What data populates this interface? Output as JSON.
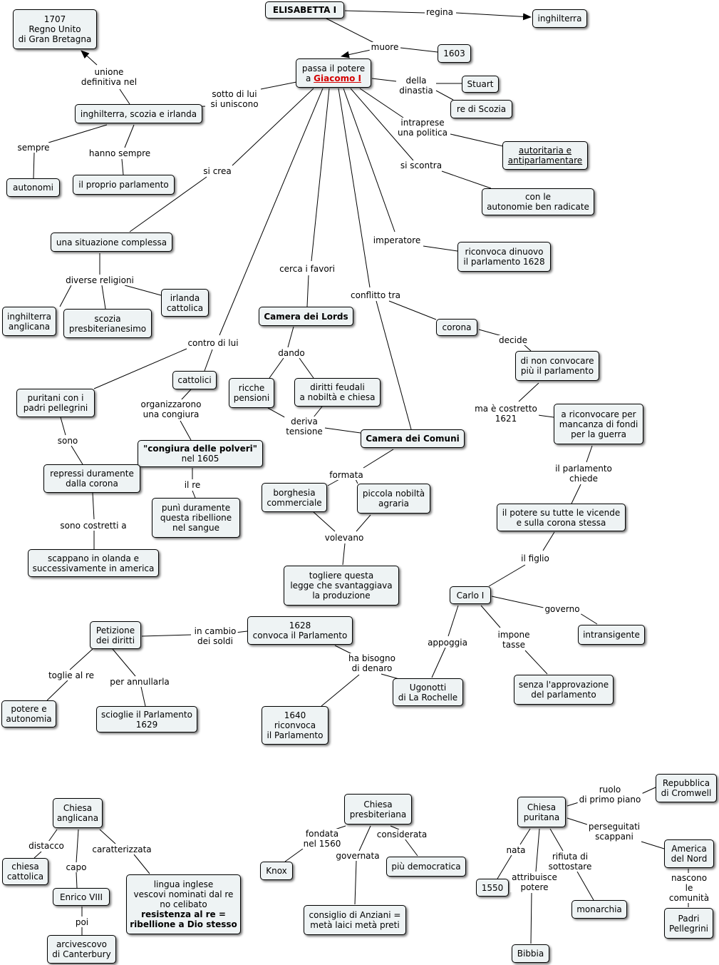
{
  "colors": {
    "node_fill": "#eef3f4",
    "node_border": "#000000",
    "link_text": "#d40000"
  },
  "nodes": {
    "elisabetta": "ELISABETTA I",
    "inghilterra": "inghilterra",
    "y1603": "1603",
    "passa_pre": "passa il potere\na ",
    "giacomo": "Giacomo I",
    "regno_unito": "1707\nRegno Unito\ndi Gran Bretagna",
    "stuart": "Stuart",
    "re_scozia": "re di Scozia",
    "isi": "inghilterra, scozia e irlanda",
    "autoritaria": "autoritaria e\nantiparlamentare",
    "autonomi": "autonomi",
    "proprio_parl": "il proprio parlamento",
    "autonomie": "con le\nautonomie ben radicate",
    "situazione": "una situazione complessa",
    "riconvoca1628": "riconvoca dinuovo\nil parlamento 1628",
    "irlanda": "irlanda\ncattolica",
    "inghilterra_ang": "inghilterra\nanglicana",
    "scozia_presb": "scozia\npresbiterianesimo",
    "lords": "Camera dei Lords",
    "corona": "corona",
    "non_convocare": "di non convocare\npiù il parlamento",
    "cattolici": "cattolici",
    "puritani": "puritani con i\npadri pellegrini",
    "ricche": "ricche\npensioni",
    "diritti_feudali": "diritti feudali\na nobiltà e chiesa",
    "riconvocare": "a riconvocare per\nmancanza di fondi\nper la guerra",
    "comuni": "Camera dei Comuni",
    "congiura_b": "\"congiura delle polveri\"",
    "congiura_n": "nel 1605",
    "repressi": "repressi duramente\ndalla corona",
    "borghesia": "borghesia\ncommerciale",
    "piccola": "piccola nobiltà\nagraria",
    "puni": "punì duramente\nquesta ribellione\nnel sangue",
    "potere_vicende": "il potere su tutte le vicende\ne sulla corona stessa",
    "scappano": "scappano in olanda e\nsuccessivamente in america",
    "togliere": "togliere questa\nlegge che svantaggiava\nla produzione",
    "carlo": "Carlo I",
    "petizione": "Petizione\ndei diritti",
    "convoca1628": "1628\nconvoca il Parlamento",
    "intransigente": "intransigente",
    "ugonotti": "Ugonotti\ndi La Rochelle",
    "senza": "senza l'approvazione\ndel parlamento",
    "potere_aut": "potere e\nautonomia",
    "scioglie": "scioglie il Parlamento\n1629",
    "r1640": "1640\nriconvoca\nil Parlamento",
    "anglicana": "Chiesa\nanglicana",
    "presbiteriana": "Chiesa\npresbiteriana",
    "puritana": "Chiesa\npuritana",
    "repubblica": "Repubblica\ndi Cromwell",
    "america": "America\ndel Nord",
    "chiesa_catt": "chiesa\ncattolica",
    "knox": "Knox",
    "democratica": "più democratica",
    "lingua": "lingua inglese\nvescovi nominati dal re\nno celibato",
    "lingua_b": "resistenza al re =\nribellione a Dio stesso",
    "enrico": "Enrico VIII",
    "anziani": "consiglio di Anziani =\nmetà laici metà preti",
    "y1550": "1550",
    "monarchia": "monarchia",
    "pellegrini": "Padri\nPellegrini",
    "arcivescovo": "arcivescovo\ndi Canterbury",
    "bibbia": "Bibbia"
  },
  "labels": {
    "regina": "regina",
    "muore": "muore",
    "unione": "unione\ndefinitiva nel",
    "sotto": "sotto di lui\nsi uniscono",
    "della_dinastia": "della\ndinastia",
    "intraprese": "intraprese\nuna politica",
    "sempre": "sempre",
    "hanno_sempre": "hanno sempre",
    "si_crea": "si crea",
    "si_scontra": "si scontra",
    "imperatore": "imperatore",
    "diverse": "diverse religioni",
    "cerca": "cerca i  favori",
    "conflitto": "conflitto tra",
    "contro": "contro di lui",
    "decide": "decide",
    "dando": "dando",
    "organizzarono": "organizzarono\nuna congiura",
    "ma_costretto": "ma è costretto\n1621",
    "deriva": "deriva\ntensione",
    "sono": "sono",
    "formata": "formata",
    "parl_chiede": "il parlamento\nchiede",
    "il_re": "il re",
    "volevano": "volevano",
    "sono_costretti": "sono costretti a",
    "il_figlio": "il figlio",
    "governo": "governo",
    "in_cambio": "in cambio\ndei soldi",
    "impone": "impone\ntasse",
    "appoggia": "appoggia",
    "bisogno": "ha bisogno\ndi denaro",
    "toglie": "toglie al re",
    "per_annullarla": "per annullarla",
    "ruolo": "ruolo\ndi primo piano",
    "perseguitati": "perseguitati\nscappani",
    "distacco": "distacco",
    "caratterizzata": "caratterizzata",
    "fondata": "fondata\nnel 1560",
    "considerata": "considerata",
    "governata": "governata",
    "nata": "nata",
    "capo": "capo",
    "rifiuta": "rifiuta di\nsottostare",
    "attribuisce": "attribuisce\npotere",
    "nascono": "nascono\nle comunità",
    "poi": "poi"
  }
}
